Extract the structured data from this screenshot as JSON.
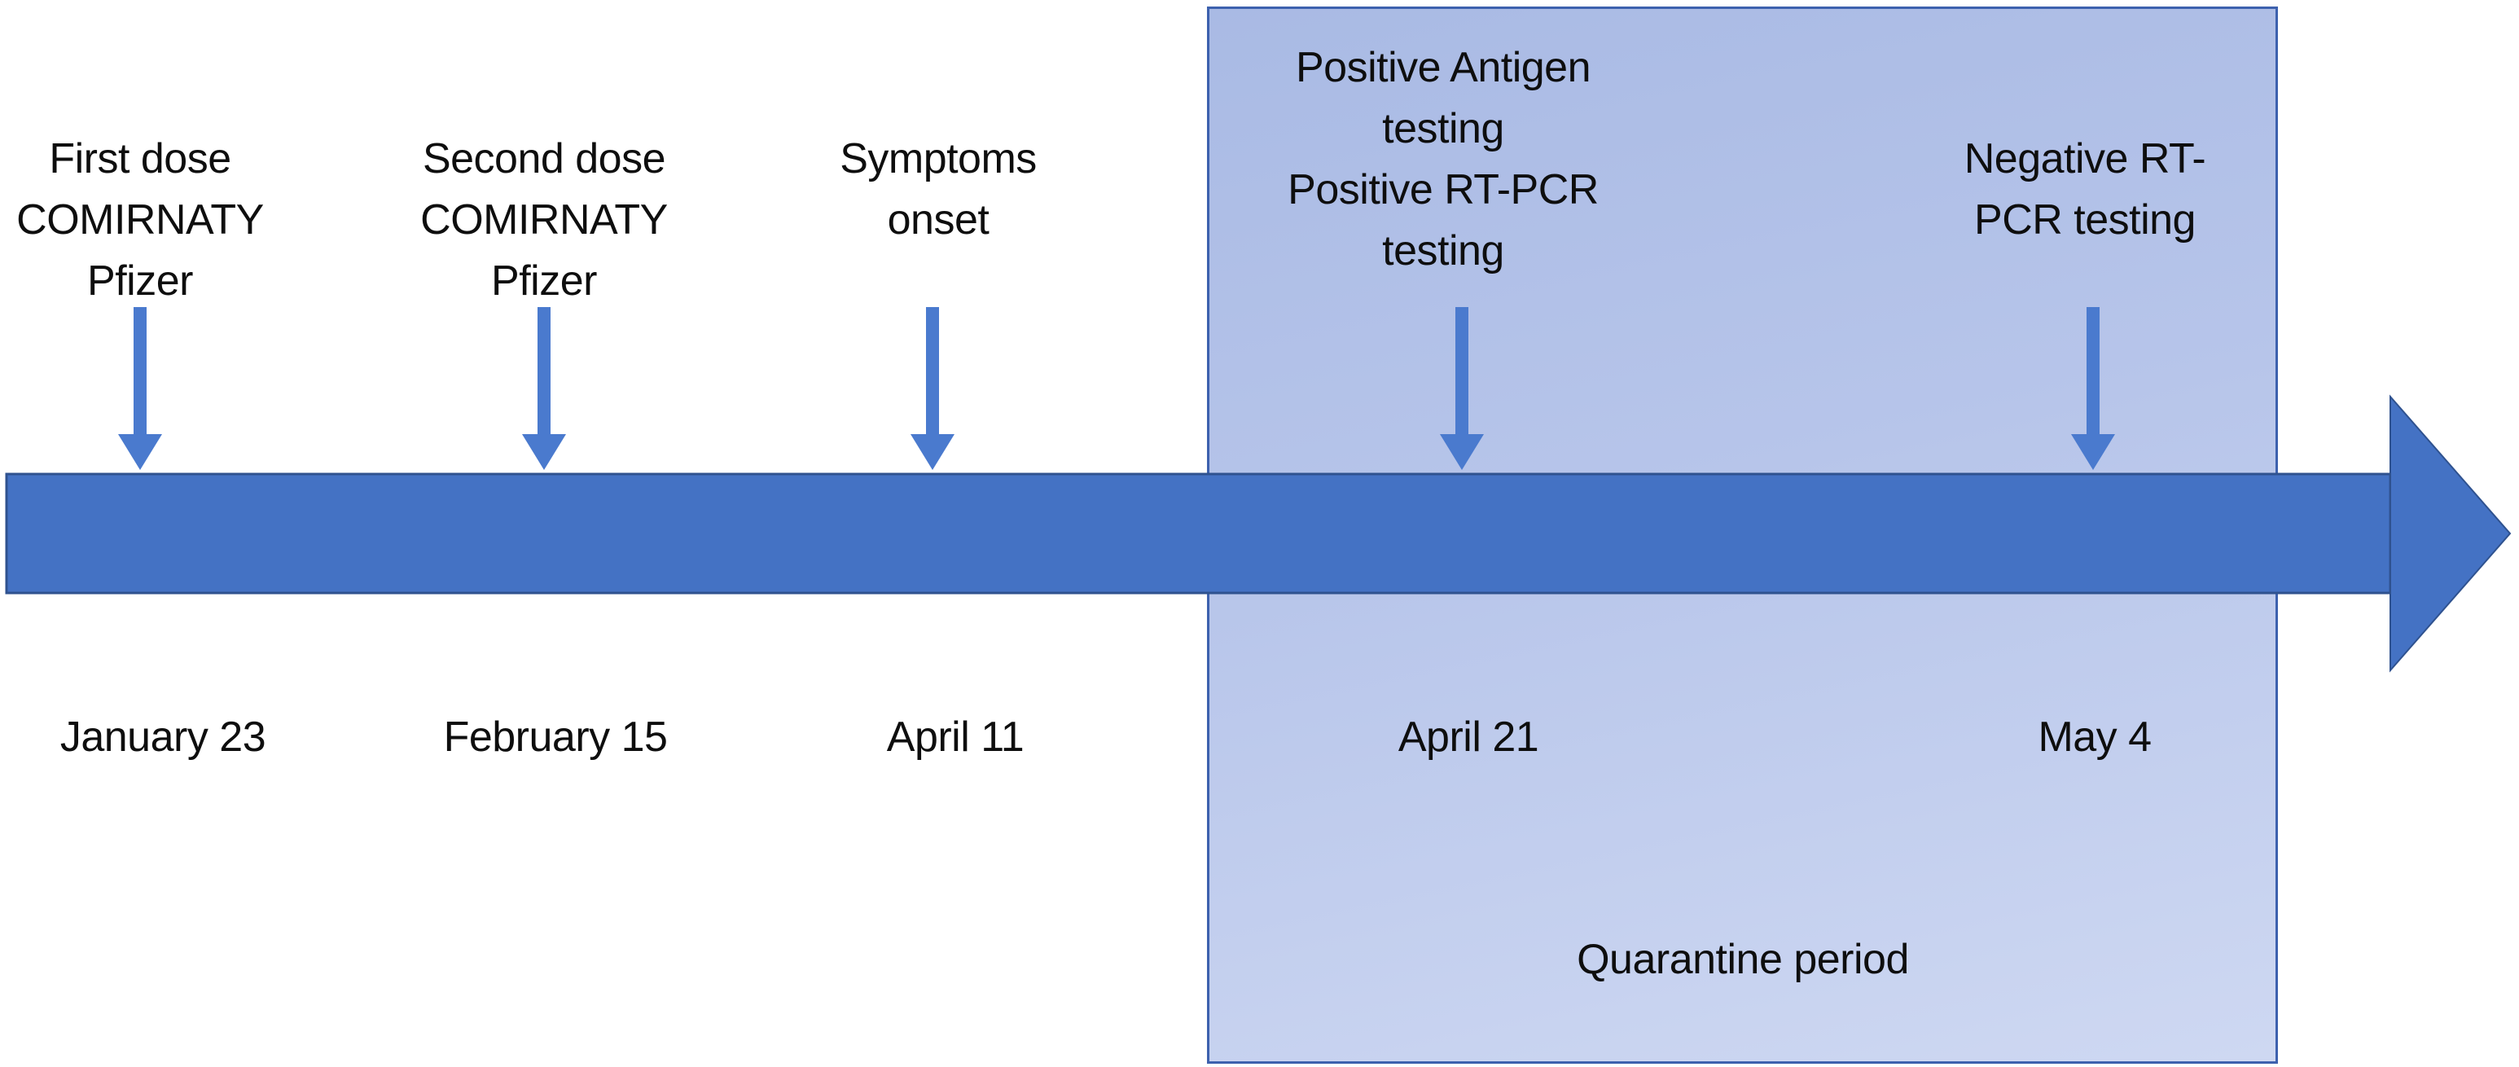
{
  "colors": {
    "bar-fill": "#4472c4",
    "bar-stroke": "#2f528f",
    "event-arrow": "#4a7ace",
    "box-border": "#3d61ae",
    "box-grad-top": "#a9bae4",
    "box-grad-mid": "#b7c5ea",
    "box-grad-bottom": "#ced8f2",
    "text": "#0e0e0e",
    "canvas-bg": "#ffffff"
  },
  "events": [
    {
      "id": "first-dose",
      "label_lines": [
        "First dose",
        "COMIRNATY",
        "Pfizer"
      ],
      "date": "January 23"
    },
    {
      "id": "second-dose",
      "label_lines": [
        "Second dose",
        "COMIRNATY",
        "Pfizer"
      ],
      "date": "February 15"
    },
    {
      "id": "symptoms-onset",
      "label_lines": [
        "Symptoms",
        "onset"
      ],
      "date": "April 11"
    },
    {
      "id": "positive-testing",
      "label_lines": [
        "Positive Antigen",
        "testing",
        "Positive RT-PCR",
        "testing"
      ],
      "date": "April 21"
    },
    {
      "id": "negative-testing",
      "label_lines": [
        "Negative RT-",
        "PCR testing"
      ],
      "date": "May 4"
    }
  ],
  "quarantine": {
    "label": "Quarantine period"
  }
}
